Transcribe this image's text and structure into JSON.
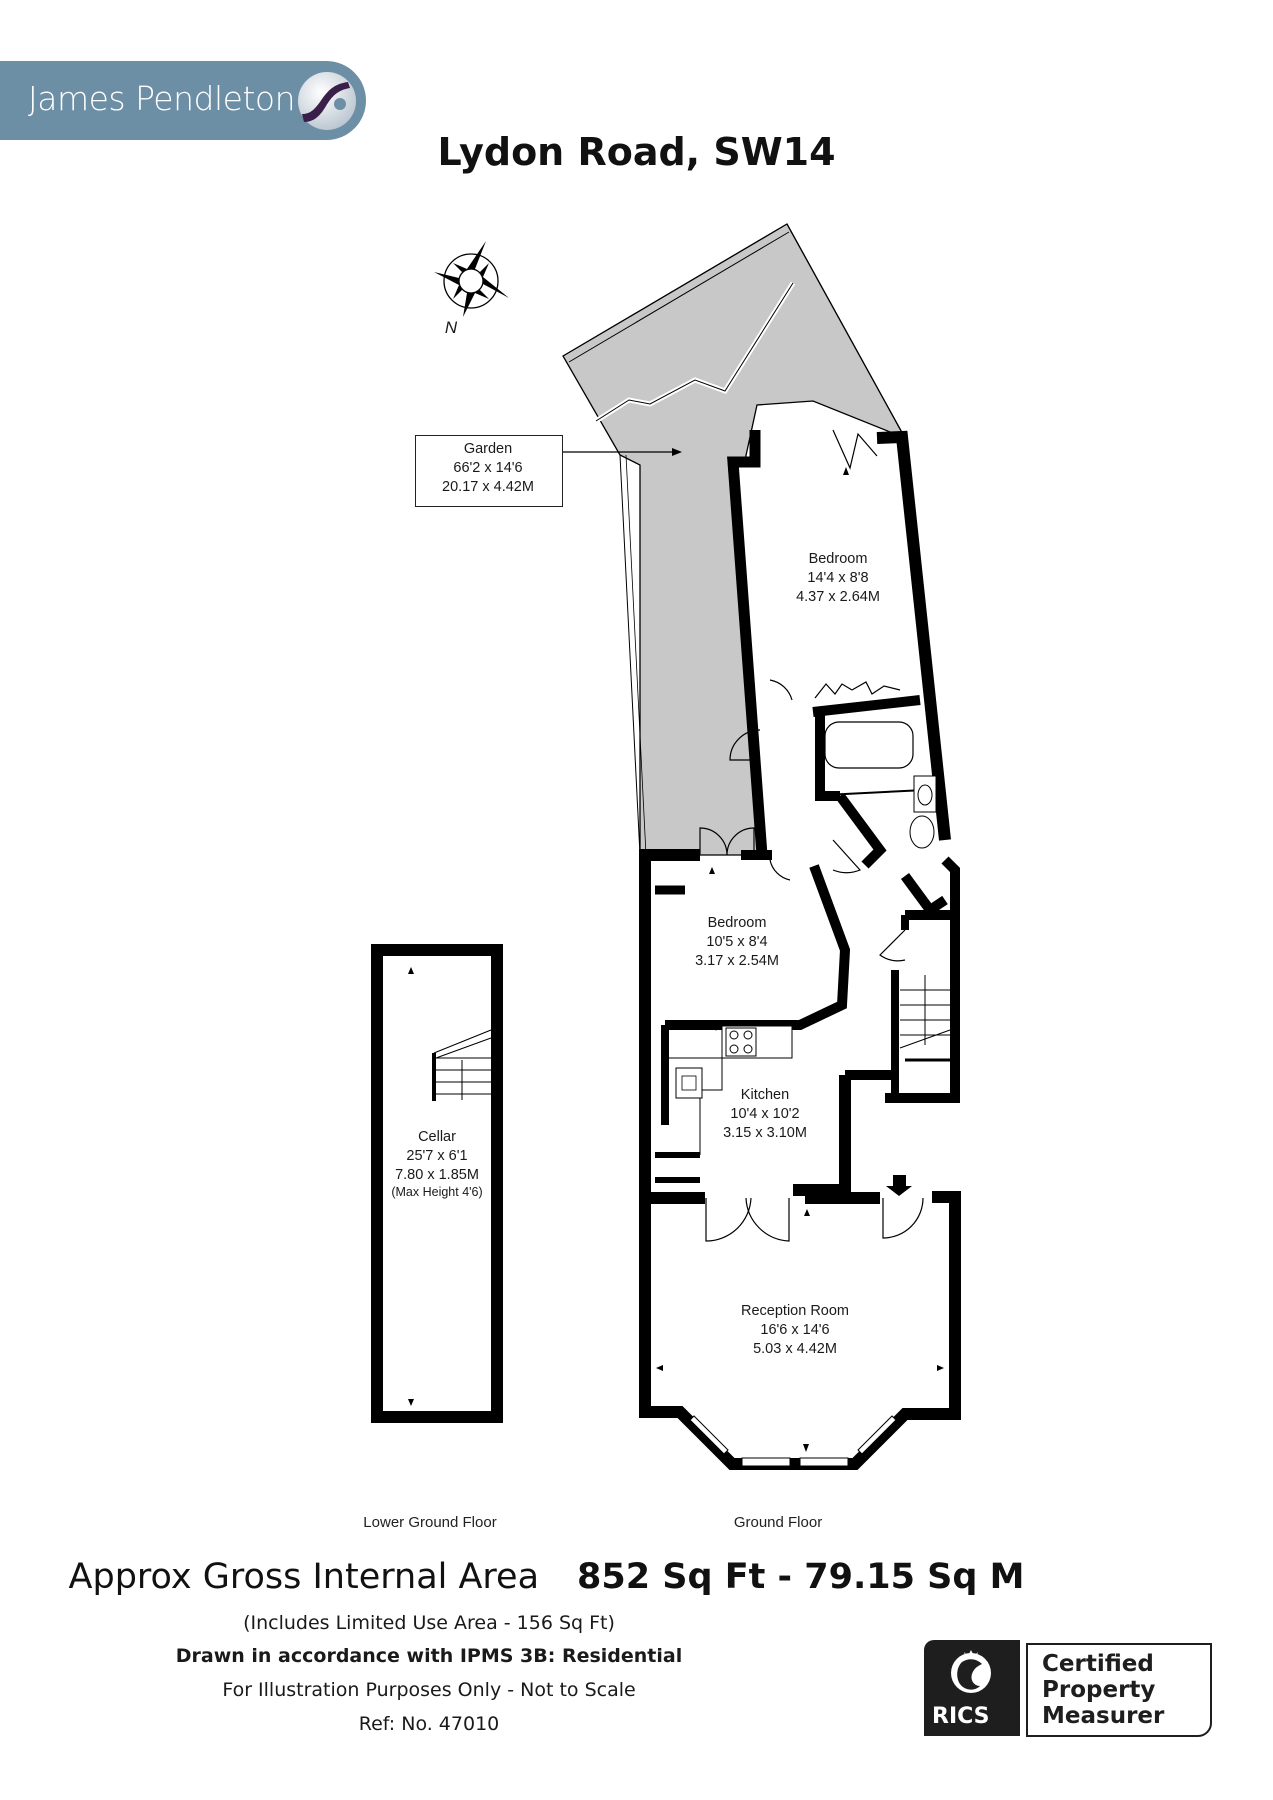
{
  "brand": {
    "name": "James Pendleton",
    "color": "#6d8fa6",
    "accent": "#3a1f4a",
    "icon": "pendleton-swoosh-logo-icon"
  },
  "title": "Lydon Road, SW14",
  "compass": {
    "label": "N",
    "icon": "compass-rose-icon"
  },
  "rooms": {
    "garden": {
      "name": "Garden",
      "imperial": "66'2 x 14'6",
      "metric": "20.17 x 4.42M"
    },
    "bedroom1": {
      "name": "Bedroom",
      "imperial": "14'4 x 8'8",
      "metric": "4.37 x 2.64M"
    },
    "bedroom2": {
      "name": "Bedroom",
      "imperial": "10'5 x 8'4",
      "metric": "3.17 x 2.54M"
    },
    "kitchen": {
      "name": "Kitchen",
      "imperial": "10'4 x 10'2",
      "metric": "3.15 x 3.10M"
    },
    "reception": {
      "name": "Reception Room",
      "imperial": "16'6 x 14'6",
      "metric": "5.03 x 4.42M"
    },
    "cellar": {
      "name": "Cellar",
      "imperial": "25'7 x 6'1",
      "metric": "7.80 x 1.85M",
      "note": "(Max Height 4'6)"
    }
  },
  "floors": {
    "lower": "Lower Ground Floor",
    "ground": "Ground Floor"
  },
  "area": {
    "label": "Approx Gross Internal Area",
    "value": "852 Sq Ft - 79.15 Sq M",
    "includes": "(Includes Limited Use Area - 156 Sq Ft)"
  },
  "notes": {
    "standard": "Drawn in accordance with IPMS 3B: Residential",
    "disclaimer": "For Illustration Purposes Only - Not to Scale",
    "reference": "Ref: No. 47010"
  },
  "badge": {
    "org": "RICS",
    "line1": "Certified",
    "line2": "Property",
    "line3": "Measurer"
  },
  "colors": {
    "wall": "#000000",
    "garden_fill": "#c8c8c8",
    "background": "#ffffff"
  }
}
